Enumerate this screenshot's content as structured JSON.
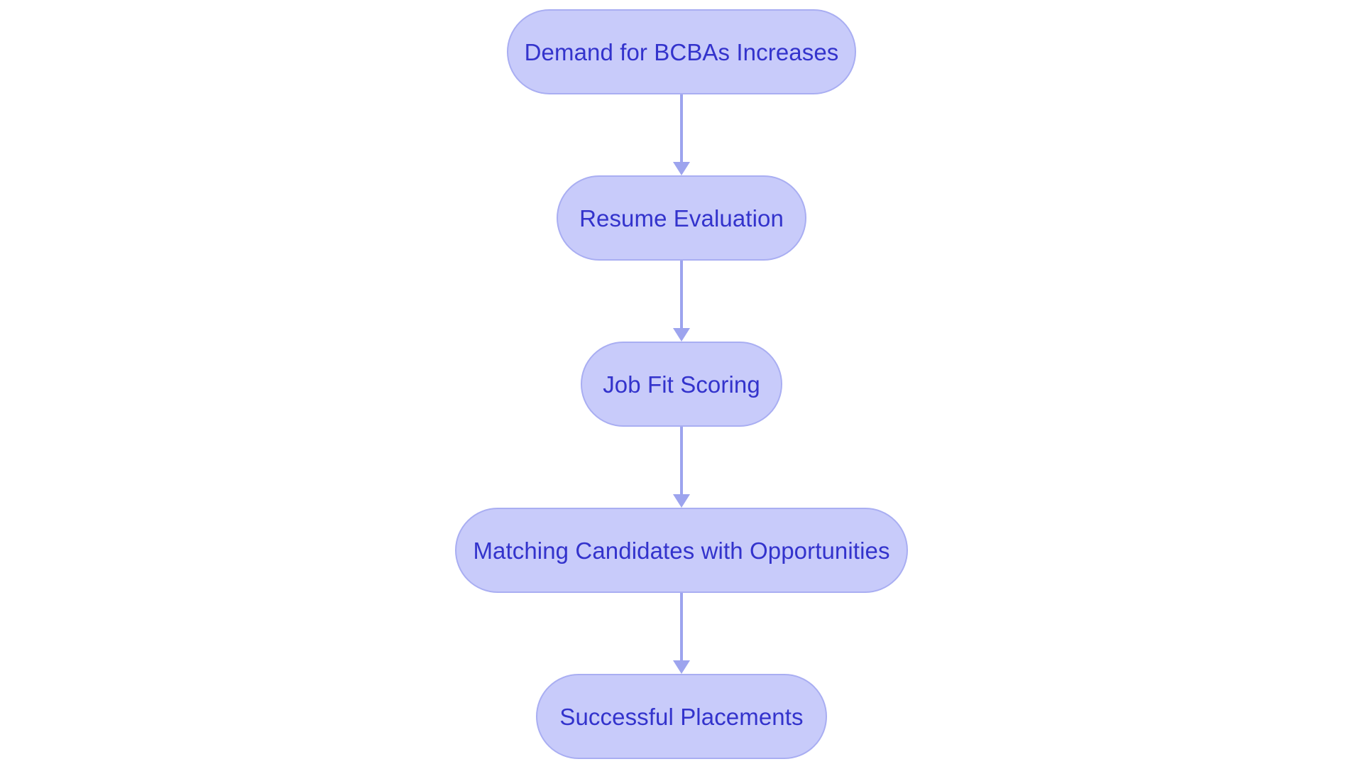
{
  "diagram": {
    "type": "flowchart",
    "orientation": "vertical-top-to-bottom",
    "background_color": "#ffffff",
    "node_fill_color": "#c8cbfa",
    "node_border_color": "#a9aef2",
    "node_text_color": "#3333cc",
    "connector_color": "#9da4ee",
    "node_shape": "stadium",
    "nodes": [
      {
        "id": "n0",
        "label": "Demand for BCBAs Increases"
      },
      {
        "id": "n1",
        "label": "Resume Evaluation"
      },
      {
        "id": "n2",
        "label": "Job Fit Scoring"
      },
      {
        "id": "n3",
        "label": "Matching Candidates with Opportunities"
      },
      {
        "id": "n4",
        "label": "Successful Placements"
      }
    ],
    "edges": [
      {
        "from": "n0",
        "to": "n1",
        "style": "solid-arrow"
      },
      {
        "from": "n1",
        "to": "n2",
        "style": "solid-arrow"
      },
      {
        "from": "n2",
        "to": "n3",
        "style": "solid-arrow"
      },
      {
        "from": "n3",
        "to": "n4",
        "style": "solid-arrow"
      }
    ]
  }
}
